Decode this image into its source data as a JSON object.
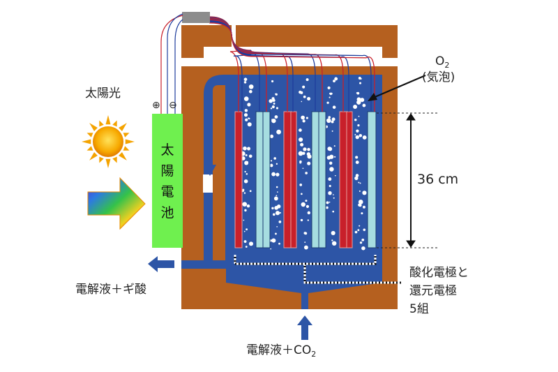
{
  "labels": {
    "sunlight": "太陽光",
    "solar_cell": [
      "太",
      "陽",
      "電",
      "池"
    ],
    "plus": "⊕",
    "minus": "⊖",
    "o2_main": "O",
    "o2_sub": "2",
    "bubbles": "(気泡)",
    "height": "36 cm",
    "output": "電解液＋ギ酸",
    "electrodes_line1": "酸化電極と",
    "electrodes_line2": "還元電極",
    "electrodes_line3": "5組",
    "input_main": "電解液＋CO",
    "input_sub": "2"
  },
  "colors": {
    "housing": "#b5601f",
    "electrolyte": "#2d55a6",
    "oxidation_electrode": "#c8202a",
    "reduction_electrode": "#a6dde0",
    "solar_cell": "#6ff04f",
    "flow_arrow": "#2d55a6",
    "wire_red": "#c8202a",
    "wire_blue": "#1e3d9c"
  }
}
